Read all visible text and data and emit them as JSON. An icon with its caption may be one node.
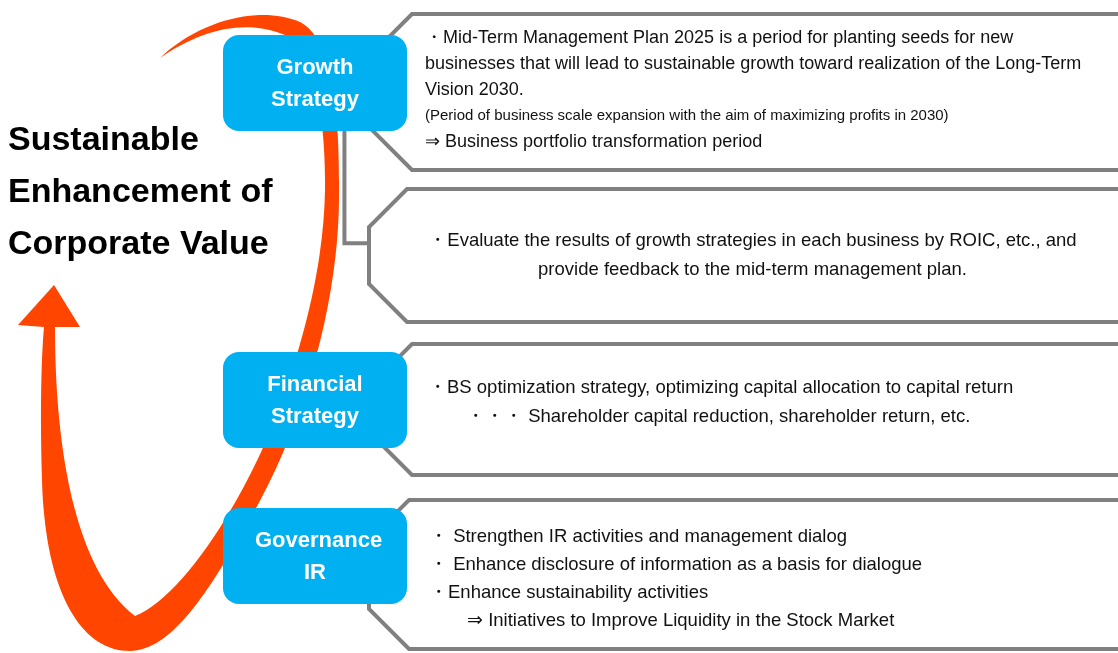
{
  "diagram": {
    "title": "Sustainable Enhancement of Corporate Value",
    "nodes": [
      {
        "text": [
          "Growth Strategy"
        ]
      },
      {
        "text": [
          "・Mid-Term Management Plan 2025 is a period for planting seeds for new businesses that will lead to sustainable growth toward realization of the Long-Term Vision 2030.",
          "(Period of business scale expansion with the aim of maximizing profits in 2030)",
          "⇒ Business portfolio transformation period"
        ]
      },
      {
        "text": [
          "・Evaluate the results of growth strategies in each business by ROIC, etc., and provide feedback to the mid-term management plan."
        ]
      },
      {
        "text": [
          "Financial Strategy"
        ]
      },
      {
        "text": [
          "・BS optimization strategy, optimizing capital allocation to capital return",
          "・・・ Shareholder capital reduction, shareholder return, etc."
        ]
      },
      {
        "text": [
          "Governance IR"
        ]
      },
      {
        "text": [
          "・ Strengthen IR activities and management dialog",
          "・ Enhance disclosure of information as a basis for dialogue",
          "・Enhance sustainability activities",
          "⇒ Initiatives to Improve Liquidity in the Stock Market"
        ]
      }
    ],
    "edges": [
      {
        "from": 0,
        "to": 2,
        "arrow": "none"
      }
    ]
  }
}
